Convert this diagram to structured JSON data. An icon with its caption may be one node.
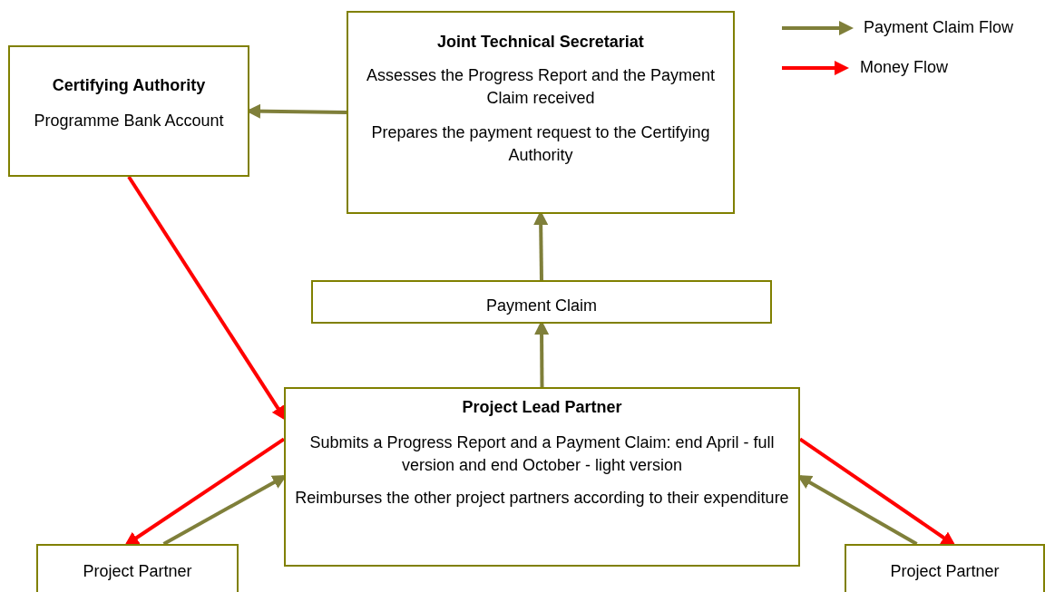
{
  "diagram": {
    "nodes": [
      {
        "text": [
          "Certifying Authority",
          "Programme Bank Account"
        ]
      },
      {
        "text": [
          "Joint Technical Secretariat",
          "Assesses the Progress Report and the Payment Claim received",
          "Prepares the payment request to the Certifying Authority"
        ]
      },
      {
        "text": [
          "Payment Claim"
        ]
      },
      {
        "text": [
          "Project Lead Partner",
          "Submits a Progress Report and a Payment Claim: end April - full version and end October - light version",
          "Reimburses the other project partners according to their expenditure"
        ]
      },
      {
        "text": [
          "Project Partner"
        ]
      },
      {
        "text": [
          "Project Partner"
        ]
      }
    ],
    "edges": [
      {
        "from": 1,
        "to": 0,
        "arrow": "to"
      },
      {
        "from": 0,
        "to": 3,
        "arrow": "to",
        "color": "#ff0000"
      },
      {
        "from": 3,
        "to": 2,
        "arrow": "to"
      },
      {
        "from": 2,
        "to": 1,
        "arrow": "to"
      },
      {
        "from": 3,
        "to": 4,
        "arrow": "to",
        "color": "#ff0000"
      },
      {
        "from": 4,
        "to": 3,
        "arrow": "to"
      },
      {
        "from": 3,
        "to": 5,
        "arrow": "to",
        "color": "#ff0000"
      },
      {
        "from": 5,
        "to": 3,
        "arrow": "to"
      }
    ],
    "legend": [
      {
        "text": "Payment Claim Flow"
      },
      {
        "text": "Money Flow"
      }
    ]
  }
}
